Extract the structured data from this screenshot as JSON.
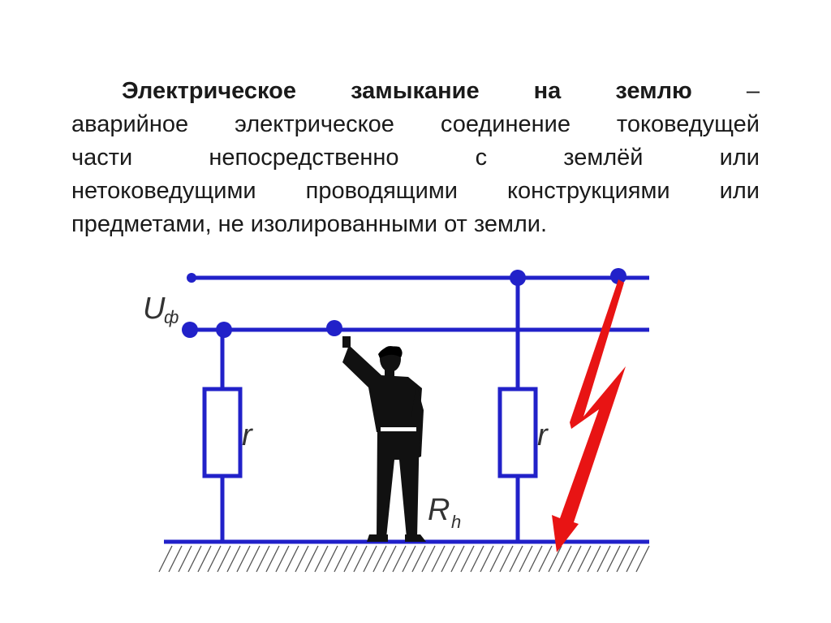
{
  "definition": {
    "line1": [
      "Электрическое",
      "замыкание",
      "на",
      "землю",
      "–"
    ],
    "line2": [
      "аварийное",
      "электрическое",
      "соединение",
      "токоведущей"
    ],
    "line3": [
      "части",
      "непосредственно",
      "с",
      "землёй",
      "или"
    ],
    "line4": [
      "нетоковедущими",
      "проводящими",
      "конструкциями",
      "или"
    ],
    "line5": [
      "предметами,",
      "не",
      "изолированными",
      "от",
      "земли."
    ]
  },
  "diagram": {
    "phase_voltage_label": "U",
    "phase_voltage_subscript": "ф",
    "resistor_label": "r",
    "body_resistance_label": "R",
    "body_resistance_subscript": "h",
    "colors": {
      "wire": "#2121c9",
      "fault_arrow": "#e81414",
      "person": "#111111",
      "ground_hatch": "#555555"
    },
    "icons": [
      "person-figure",
      "lightning-fault-arrow",
      "ground-hatching"
    ]
  }
}
